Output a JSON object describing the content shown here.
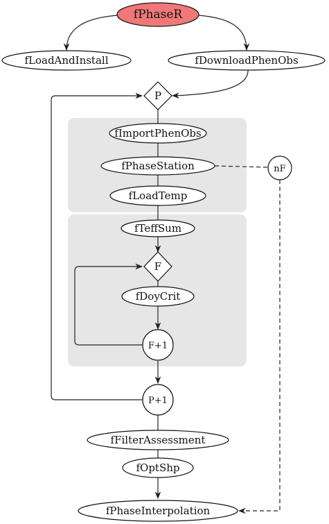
{
  "diagram": {
    "nodes": {
      "fPhaseR": "fPhaseR",
      "fLoadAndInstall": "fLoadAndInstall",
      "fDownloadPhenObs": "fDownloadPhenObs",
      "P": "P",
      "fImportPhenObs": "fImportPhenObs",
      "fPhaseStation": "fPhaseStation",
      "nF": "nF",
      "fLoadTemp": "fLoadTemp",
      "fTeffSum": "fTeffSum",
      "F": "F",
      "fDoyCrit": "fDoyCrit",
      "F1": "F+1",
      "P1": "P+1",
      "fFilterAssessment": "fFilterAssessment",
      "fOptShp": "fOptShp",
      "fPhaseInterpolation": "fPhaseInterpolation"
    },
    "colors": {
      "root_fill": "#f07878",
      "panel_fill": "#e6e6e6",
      "node_fill": "#ffffff"
    }
  }
}
